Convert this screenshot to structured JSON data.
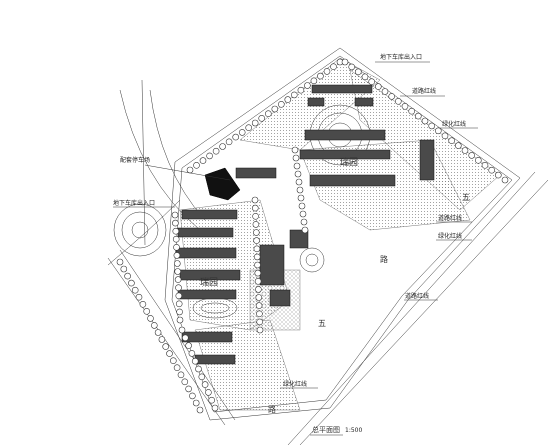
{
  "labels": {
    "underground_entrance_top": "地下车库出入口",
    "underground_entrance_left": "地下车库出入口",
    "parking_lot": "配套停车场",
    "road_east_top": "道路红线",
    "landscape_line": "绿化红线",
    "road_east_mid": "道路红线",
    "green_line_right": "绿化红线",
    "road_east_low": "道路红线",
    "green_line_bottom": "绿化红线",
    "district_north": "瑞园",
    "district_south": "瑞园",
    "road_char_1": "五",
    "road_char_2": "五",
    "road_char_3": "路",
    "road_char_4": "路",
    "plan_title": "总平面图",
    "plan_scale": "1:500"
  },
  "colors": {
    "line": "#333333",
    "building": "#4a4a4a",
    "solid_building": "#111111",
    "background": "#ffffff"
  }
}
